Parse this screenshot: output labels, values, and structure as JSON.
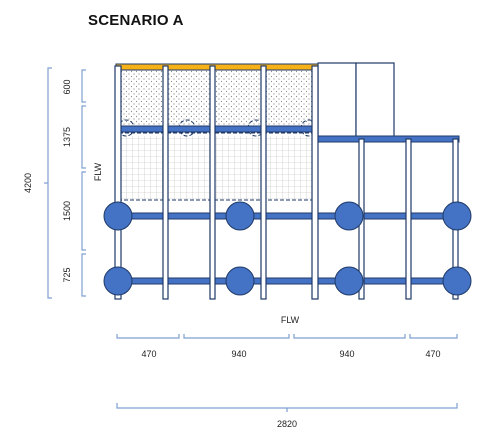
{
  "title": "SCENARIO A",
  "labels": {
    "flw_vertical": "FLW",
    "flw_horizontal": "FLW"
  },
  "vertical_dims": {
    "total": "4200",
    "segments": [
      "600",
      "1375",
      "1500",
      "725"
    ]
  },
  "horizontal_dims": {
    "segments": [
      "470",
      "940",
      "940",
      "470"
    ],
    "total": "2820"
  },
  "colors": {
    "frame": "#1f3a68",
    "beam": "#4472c4",
    "support": "#4472c4",
    "cap_beam": "#f5b117",
    "dim_line": "#7f9fd0",
    "dashed": "#1f3a68"
  }
}
